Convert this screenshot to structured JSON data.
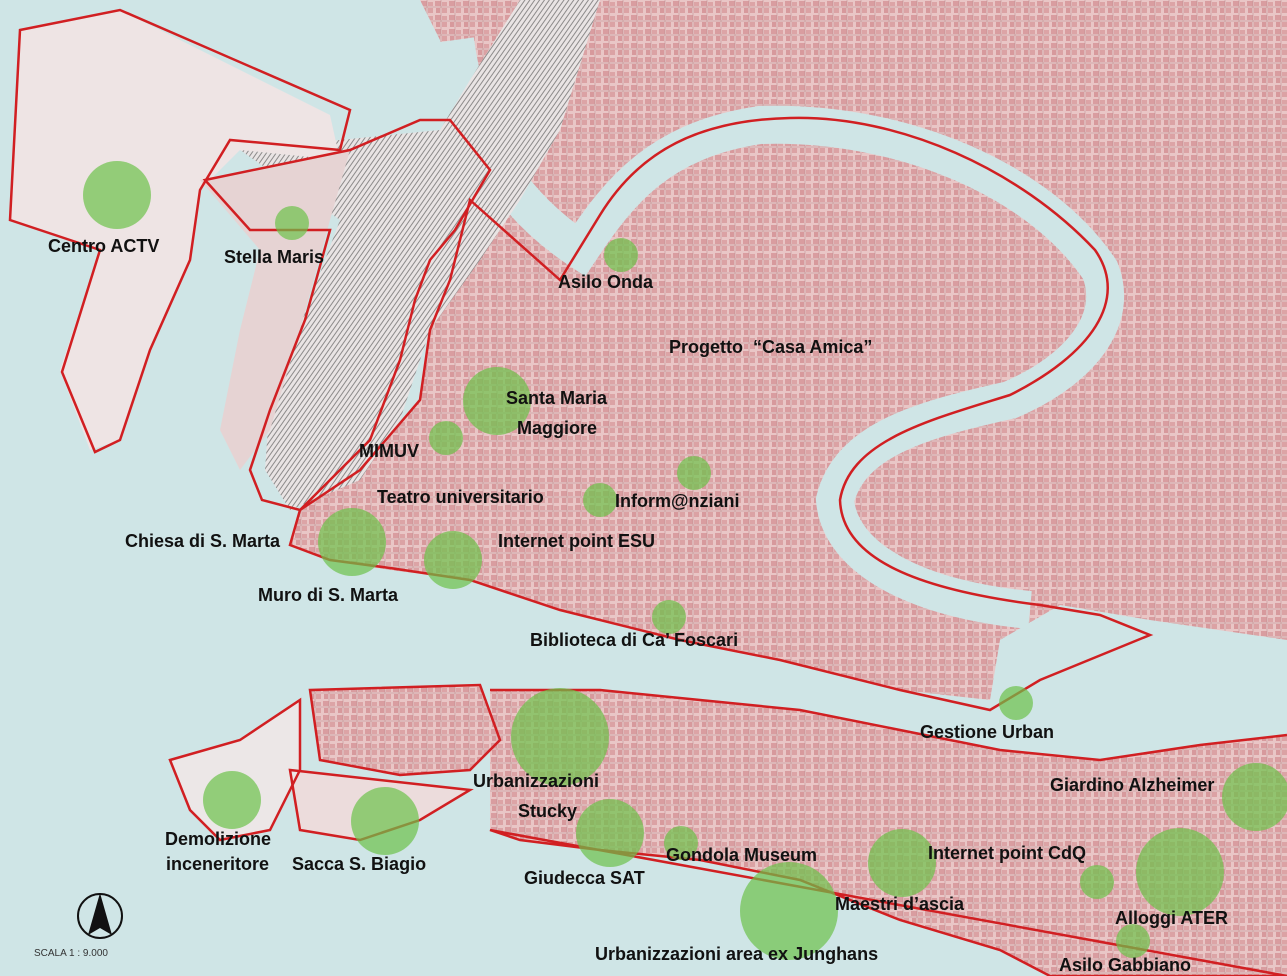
{
  "map": {
    "scale_text": "SCALA 1 : 9.000",
    "north_arrow": "north-arrow-icon",
    "colors": {
      "water": "#cfe5e6",
      "land": "#eac7c7",
      "building": "#d89c9e",
      "boundary": "#d11f22",
      "marker": "#6cc24a"
    }
  },
  "markers": [
    {
      "id": "centro-actv",
      "label": "Centro ACTV"
    },
    {
      "id": "stella-maris",
      "label": "Stella Maris"
    },
    {
      "id": "asilo-onda",
      "label": "Asilo Onda"
    },
    {
      "id": "casa-amica",
      "label": "Progetto  “Casa Amica”"
    },
    {
      "id": "santa-maria-maggiore",
      "label": "Santa Maria",
      "label2": "Maggiore"
    },
    {
      "id": "mimuv",
      "label": "MIMUV"
    },
    {
      "id": "teatro-universitario",
      "label": "Teatro universitario"
    },
    {
      "id": "informanziani",
      "label": "Inform@nziani"
    },
    {
      "id": "chiesa-s-marta",
      "label": "Chiesa di S. Marta"
    },
    {
      "id": "internet-point-esu",
      "label": "Internet point ESU"
    },
    {
      "id": "muro-s-marta",
      "label": "Muro di S. Marta"
    },
    {
      "id": "biblioteca-ca-foscari",
      "label": "Biblioteca di Ca’ Foscari"
    },
    {
      "id": "gestione-urban",
      "label": "Gestione Urban"
    },
    {
      "id": "urbanizzazioni-stucky",
      "label": "Urbanizzazioni",
      "label2": "Stucky"
    },
    {
      "id": "giardino-alzheimer",
      "label": "Giardino Alzheimer"
    },
    {
      "id": "demolizione-inceneritore",
      "label": "Demolizione",
      "label2": "inceneritore"
    },
    {
      "id": "sacca-s-biagio",
      "label": "Sacca S. Biagio"
    },
    {
      "id": "gondola-museum",
      "label": "Gondola Museum"
    },
    {
      "id": "internet-point-cdq",
      "label": "Internet point CdQ"
    },
    {
      "id": "giudecca-sat",
      "label": "Giudecca SAT"
    },
    {
      "id": "maestri-ascia",
      "label": "Maestri d’ascia"
    },
    {
      "id": "alloggi-ater",
      "label": "Alloggi ATER"
    },
    {
      "id": "urbanizzazioni-junghans",
      "label": "Urbanizzazioni area ex Junghans"
    },
    {
      "id": "asilo-gabbiano",
      "label": "Asilo Gabbiano"
    }
  ]
}
